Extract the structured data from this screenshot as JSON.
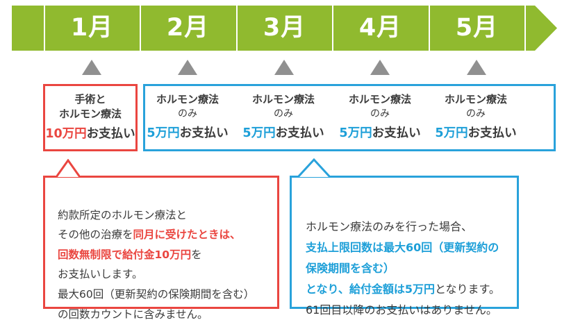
{
  "colors": {
    "green": "#90BA2F",
    "gray": "#909090",
    "red": "#EA4640",
    "blue": "#29A2DB",
    "dark_text": "#3B3B3B"
  },
  "timeline": {
    "months": [
      "1月",
      "2月",
      "3月",
      "4月",
      "5月"
    ]
  },
  "first_month_box": {
    "line1": "手術と",
    "line2": "ホルモン療法",
    "amount": "10万円",
    "amount_suffix": "お支払い"
  },
  "monthly_box": {
    "line1": "ホルモン療法",
    "line2": "のみ",
    "amount": "5万円",
    "amount_suffix": "お支払い"
  },
  "red_callout": {
    "text_start": "約款所定のホルモン療法と\nその他の治療を",
    "text_emphasis": "同月に受けたときは、\n回数無制限で給付金10万円",
    "text_end": "を\nお支払いします。\n最大60回（更新契約の保険期間を含む）\nの回数カウントに含みません。"
  },
  "blue_callout": {
    "text_start": "ホルモン療法のみを行った場合、\n",
    "text_emphasis": "支払上限回数は最大60回（更新契約の\n保険期間を含む）\nとなり、給付金額は5万円",
    "text_end": "となります。\n61回目以降のお支払いはありません。"
  }
}
